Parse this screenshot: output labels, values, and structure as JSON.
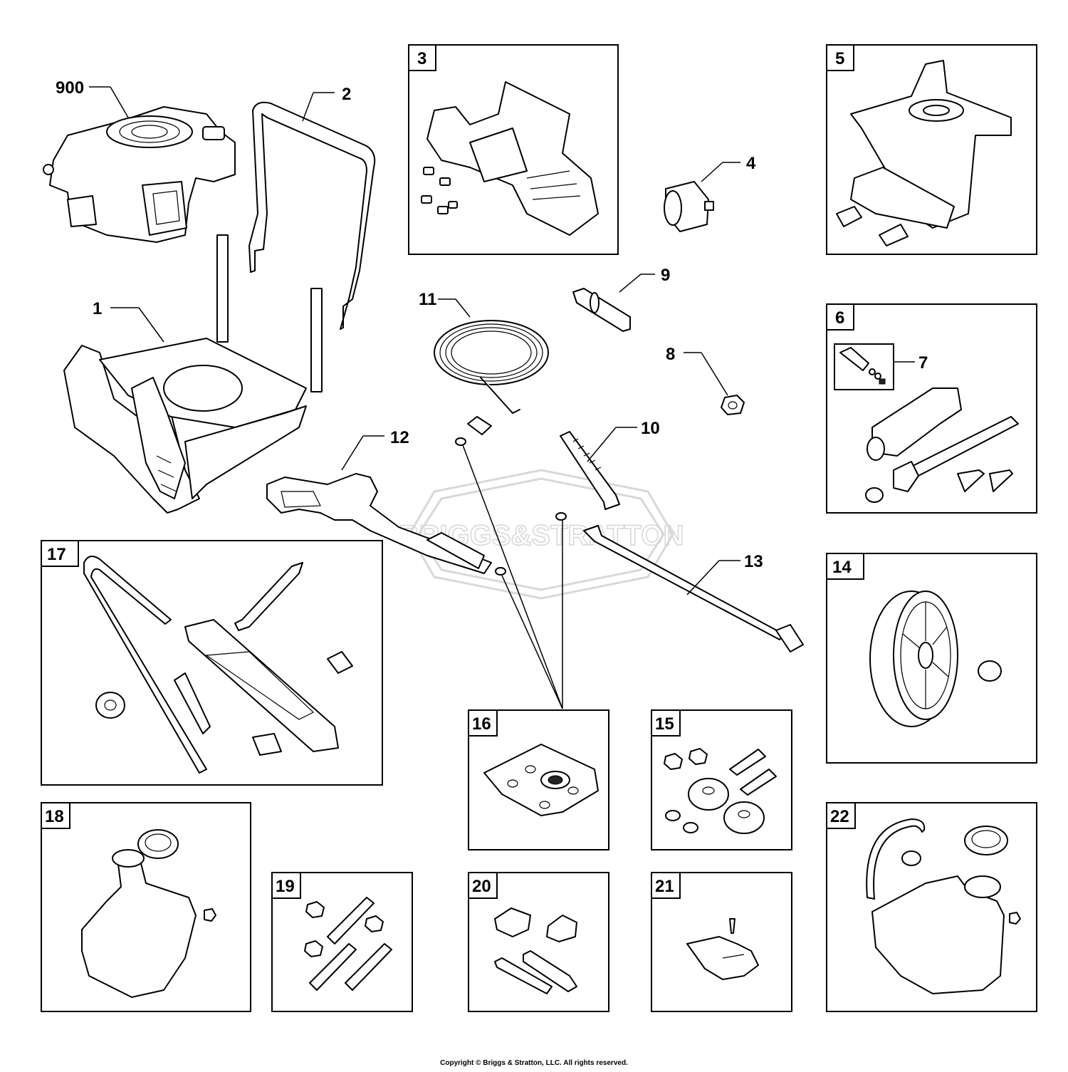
{
  "watermark": {
    "text": "BRIGGS&STRATTON"
  },
  "copyright": "Copyright © Briggs & Stratton, LLC. All rights reserved.",
  "callouts": {
    "c900": "900",
    "c1": "1",
    "c2": "2",
    "c4": "4",
    "c7": "7",
    "c8": "8",
    "c9": "9",
    "c10": "10",
    "c11": "11",
    "c12": "12",
    "c13": "13"
  },
  "boxes": {
    "b3": "3",
    "b5": "5",
    "b6": "6",
    "b14": "14",
    "b15": "15",
    "b16": "16",
    "b17": "17",
    "b18": "18",
    "b19": "19",
    "b20": "20",
    "b21": "21",
    "b22": "22"
  }
}
